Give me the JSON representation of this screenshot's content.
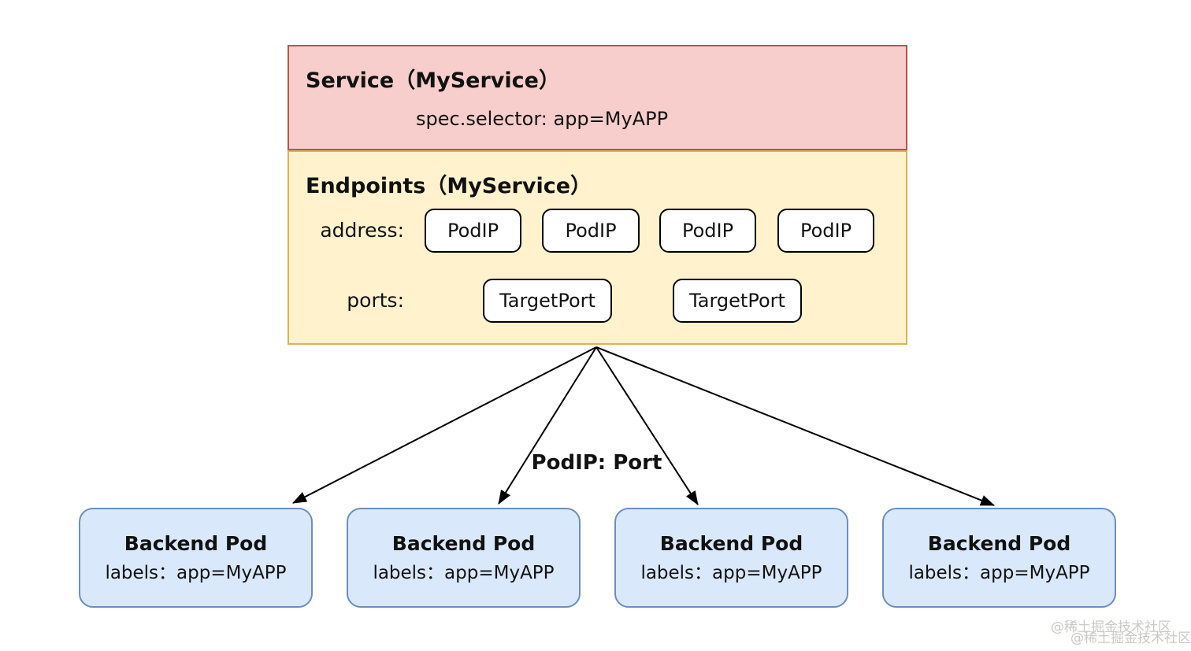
{
  "diagram": {
    "service": {
      "title": "Service（MyService）",
      "selector": "spec.selector: app=MyAPP"
    },
    "endpoints": {
      "title": "Endpoints（MyService）",
      "address_label": "address:",
      "addresses": [
        "PodIP",
        "PodIP",
        "PodIP",
        "PodIP"
      ],
      "ports_label": "ports:",
      "ports": [
        "TargetPort",
        "TargetPort"
      ]
    },
    "edge_label": "PodIP: Port",
    "pods": [
      {
        "title": "Backend Pod",
        "labels": "labels：app=MyAPP"
      },
      {
        "title": "Backend Pod",
        "labels": "labels：app=MyAPP"
      },
      {
        "title": "Backend Pod",
        "labels": "labels：app=MyAPP"
      },
      {
        "title": "Backend Pod",
        "labels": "labels：app=MyAPP"
      }
    ]
  },
  "watermark": {
    "line1": "@稀土掘金技术社区",
    "line2": "@稀土掘金技术社区"
  },
  "colors": {
    "service_fill": "#f8cecc",
    "service_stroke": "#b85450",
    "endpoints_fill": "#fff2cc",
    "endpoints_stroke": "#d6b656",
    "pod_fill": "#dae8fc",
    "pod_stroke": "#6c8ebf",
    "chip_fill": "#ffffff",
    "chip_stroke": "#000000",
    "arrow": "#000000",
    "text": "#111111",
    "watermark": "#c9c9c5"
  }
}
